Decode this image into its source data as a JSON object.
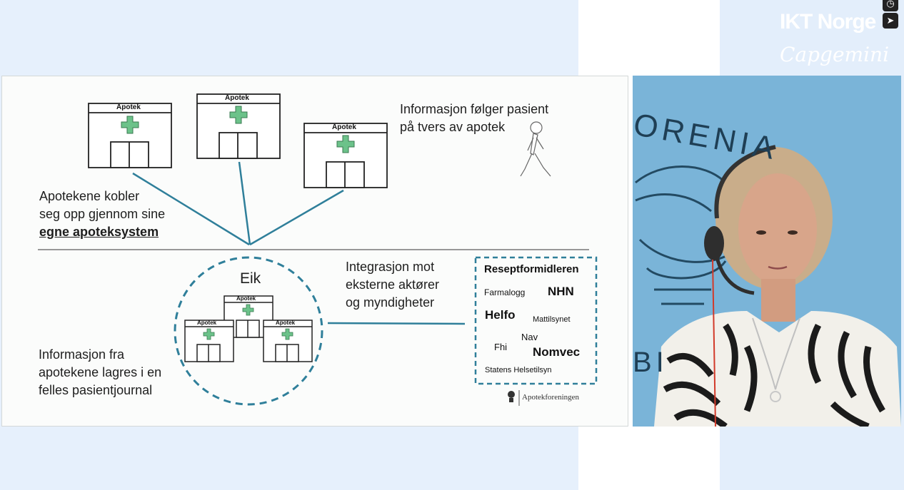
{
  "branding": {
    "ikt_norge": "IKT Norge",
    "capgemini": "Capgemini"
  },
  "controls": {
    "top_icon": "clock-icon",
    "send_icon": "send-icon"
  },
  "slide": {
    "apotek_label": "Apotek",
    "top_right_line1": "Informasjon følger pasient",
    "top_right_line2": "på tvers av apotek",
    "left_line1": "Apotekene kobler",
    "left_line2": "seg opp gjennom sine",
    "left_line3": "egne apoteksystem",
    "circle_title": "Eik",
    "bottom_left_line1": "Informasjon fra",
    "bottom_left_line2": "apotekene lagres i en",
    "bottom_left_line3": "felles pasientjournal",
    "integration_line1": "Integrasjon mot",
    "integration_line2": "eksterne aktører",
    "integration_line3": "og myndigheter",
    "box": {
      "title": "Reseptformidleren",
      "farmalogg": "Farmalogg",
      "nhn": "NHN",
      "helfo": "Helfo",
      "mattilsynet": "Mattilsynet",
      "nav": "Nav",
      "fhi": "Fhi",
      "nomvec": "Nomvec",
      "helsetilsyn": "Statens Helsetilsyn"
    },
    "footer_logo": "Apotekforeningen"
  },
  "video": {
    "background_text": "ORENIA",
    "background_text2": "BI"
  },
  "colors": {
    "line_teal": "#2f7f9a",
    "cross_green": "#6cc28a",
    "video_bg": "#7ab4d8",
    "slide_bg": "#fbfcfb"
  }
}
